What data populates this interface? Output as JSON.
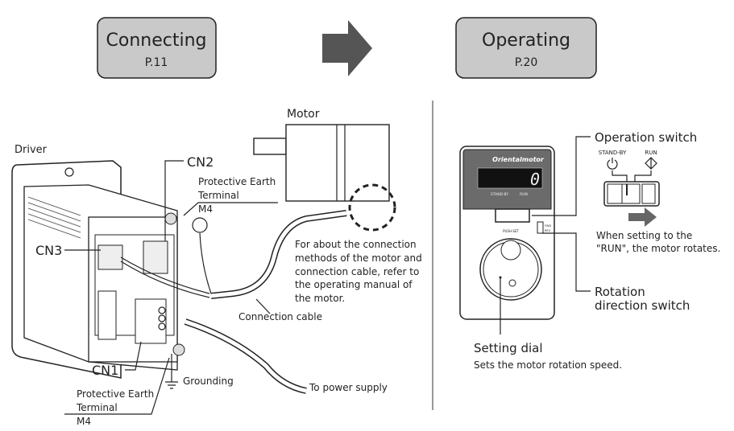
{
  "header": {
    "step1": {
      "title": "Connecting",
      "page": "P.11"
    },
    "step2": {
      "title": "Operating",
      "page": "P.20"
    },
    "arrow_icon": "right-arrow-icon"
  },
  "connecting": {
    "motor_label": "Motor",
    "driver_label": "Driver",
    "cn2": "CN2",
    "cn3": "CN3",
    "cn1": "CN1",
    "pe_top": [
      "Protective Earth",
      "Terminal",
      "M4"
    ],
    "pe_bottom": [
      "Protective Earth",
      "Terminal",
      "M4"
    ],
    "note": [
      "For about the connection",
      "methods of the motor and",
      "connection cable, refer to",
      "the operating manual of",
      "the motor."
    ],
    "connection_cable": "Connection cable",
    "grounding": "Grounding",
    "power_supply": "To power supply"
  },
  "operating": {
    "brand": "Orientalmotor",
    "display_value": "0",
    "standby": "STAND-BY",
    "run": "RUN",
    "push_set": "PUSH-SET",
    "fwd": "FWD",
    "rev": "REV",
    "operation_switch": "Operation switch",
    "run_note": [
      "When setting to the",
      "\"RUN\", the motor rotates."
    ],
    "rotation_switch": [
      "Rotation",
      "direction switch"
    ],
    "setting_dial": "Setting dial",
    "setting_dial_note": "Sets the motor rotation speed."
  },
  "colors": {
    "box_fill": "#c9c9c9",
    "arrow": "#555555",
    "panel": "#6b6b6b"
  }
}
